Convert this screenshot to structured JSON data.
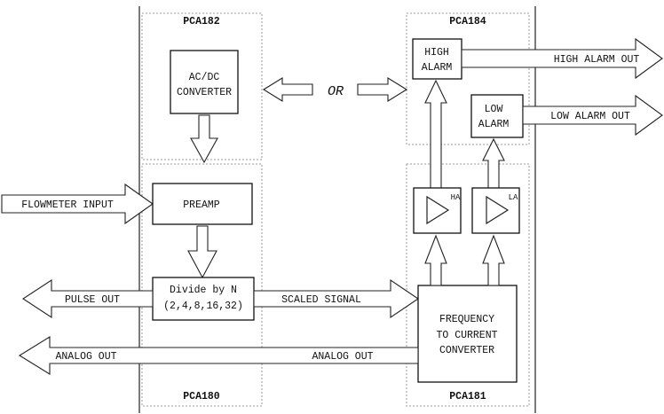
{
  "modules": {
    "pca182": "PCA182",
    "pca184": "PCA184",
    "pca180": "PCA180",
    "pca181": "PCA181"
  },
  "blocks": {
    "acdc_line1": "AC/DC",
    "acdc_line2": "CONVERTER",
    "preamp": "PREAMP",
    "divider_line1": "Divide by N",
    "divider_line2": "(2,4,8,16,32)",
    "high_alarm_line1": "HIGH",
    "high_alarm_line2": "ALARM",
    "low_alarm_line1": "LOW",
    "low_alarm_line2": "ALARM",
    "ha_amp": "HA",
    "la_amp": "LA",
    "f2c_line1": "FREQUENCY",
    "f2c_line2": "TO CURRENT",
    "f2c_line3": "CONVERTER"
  },
  "signals": {
    "or": "OR",
    "high_alarm_out": "HIGH ALARM OUT",
    "low_alarm_out": "LOW ALARM OUT",
    "flowmeter_input": "FLOWMETER INPUT",
    "pulse_out": "PULSE OUT",
    "scaled_signal": "SCALED SIGNAL",
    "analog_out_left": "ANALOG OUT",
    "analog_out_right": "ANALOG OUT"
  }
}
